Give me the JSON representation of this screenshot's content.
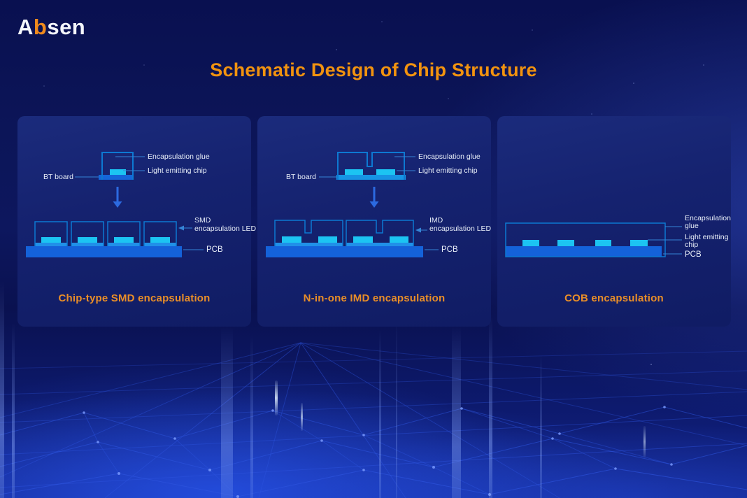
{
  "logo": {
    "part1": "A",
    "part2": "b",
    "part3": "sen"
  },
  "header": {
    "title": "Schematic Design of Chip Structure"
  },
  "colors": {
    "accent_orange_title": "#F2930F",
    "accent_orange_caption": "#E98E28",
    "chip_cyan": "#1CC4F2",
    "pcb_blue": "#1462DA",
    "board_blue": "#1566DA",
    "imd_board_blue": "#1794E4",
    "base_strip_blue": "#2090E8",
    "outline_blue": "#0D79D2",
    "connector_blue": "#3584D6",
    "panel_bg": "#15226F",
    "label_text": "#E8EEF8"
  },
  "panels": [
    {
      "caption": "Chip-type SMD encapsulation",
      "top_labels": {
        "glue": "Encapsulation glue",
        "chip": "Light emitting chip",
        "board": "BT board"
      },
      "bottom_labels": {
        "led_line1": "SMD",
        "led_line2": "encapsulation LED",
        "pcb": "PCB"
      }
    },
    {
      "caption": "N-in-one IMD encapsulation",
      "top_labels": {
        "glue": "Encapsulation glue",
        "chip": "Light emitting chip",
        "board": "BT board"
      },
      "bottom_labels": {
        "led_line1": "IMD",
        "led_line2": "encapsulation LED",
        "pcb": "PCB"
      }
    },
    {
      "caption": "COB encapsulation",
      "labels": {
        "glue_line1": "Encapsulation",
        "glue_line2": "glue",
        "chip_line1": "Light emitting",
        "chip_line2": "chip",
        "pcb": "PCB"
      }
    }
  ]
}
